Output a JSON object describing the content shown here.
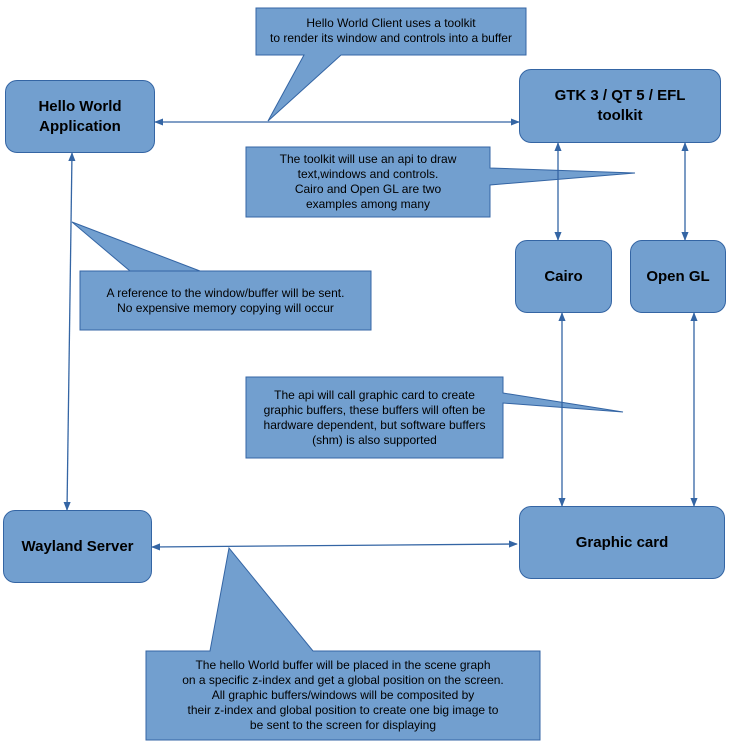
{
  "colors": {
    "box_fill": "#729fcf",
    "box_border": "#3465a4",
    "arrow": "#3465a4"
  },
  "nodes": {
    "hello_world_app": "Hello World\nApplication",
    "toolkit": "GTK 3 / QT 5 / EFL\ntoolkit",
    "cairo": "Cairo",
    "opengl": "Open GL",
    "wayland_server": "Wayland Server",
    "graphic_card": "Graphic card"
  },
  "callouts": {
    "client_toolkit": "Hello World Client uses a toolkit\nto render its window and controls into a buffer",
    "toolkit_api": "The toolkit will use an api to draw\ntext,windows and controls.\nCairo and Open GL are two\nexamples among many",
    "reference": "A reference to the window/buffer will be sent.\nNo expensive memory copying will occur",
    "api_graphic_card": "The api will call graphic card to create\ngraphic buffers, these buffers will often be\nhardware dependent, but software buffers\n(shm) is also supported",
    "composite": "The hello World buffer will be placed in the scene graph\non a specific z-index and get a global position on the screen.\nAll graphic buffers/windows will be composited by\ntheir z-index and global position to create one big image to\nbe sent to the screen for displaying"
  }
}
